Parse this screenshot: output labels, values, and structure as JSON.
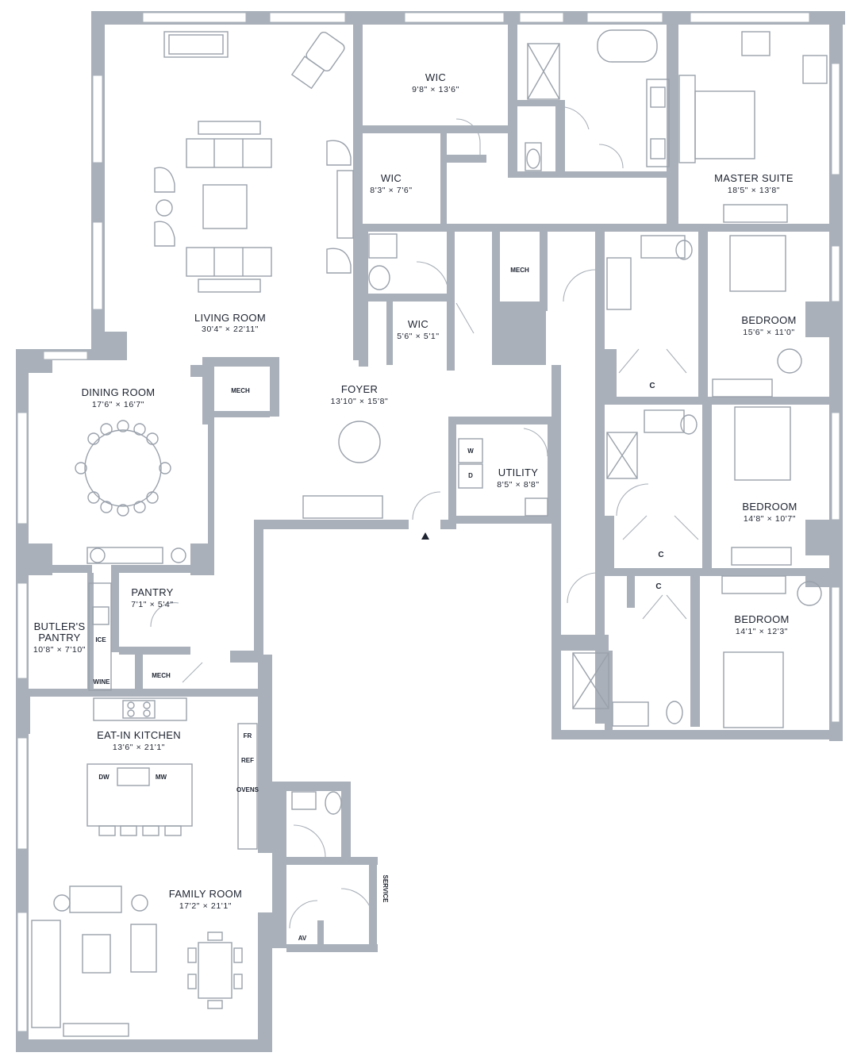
{
  "rooms": {
    "living": {
      "name": "LIVING ROOM",
      "dims": "30'4\" × 22'11\""
    },
    "wic1": {
      "name": "WIC",
      "dims": "9'8\" × 13'6\""
    },
    "wic2": {
      "name": "WIC",
      "dims": "8'3\" × 7'6\""
    },
    "wic3": {
      "name": "WIC",
      "dims": "5'6\" × 5'1\""
    },
    "master": {
      "name": "MASTER SUITE",
      "dims": "18'5\" × 13'8\""
    },
    "bed1": {
      "name": "BEDROOM",
      "dims": "15'6\" × 11'0\""
    },
    "bed2": {
      "name": "BEDROOM",
      "dims": "14'8\" × 10'7\""
    },
    "bed3": {
      "name": "BEDROOM",
      "dims": "14'1\" × 12'3\""
    },
    "dining": {
      "name": "DINING ROOM",
      "dims": "17'6\" × 16'7\""
    },
    "foyer": {
      "name": "FOYER",
      "dims": "13'10\" × 15'8\""
    },
    "utility": {
      "name": "UTILITY",
      "dims": "8'5\" × 8'8\""
    },
    "pantry": {
      "name": "PANTRY",
      "dims": "7'1\" × 5'4\""
    },
    "butler": {
      "name1": "BUTLER'S",
      "name2": "PANTRY",
      "dims": "10'8\" × 7'10\""
    },
    "kitchen": {
      "name": "EAT-IN KITCHEN",
      "dims": "13'6\" × 21'1\""
    },
    "family": {
      "name": "FAMILY ROOM",
      "dims": "17'2\" × 21'1\""
    }
  },
  "small_labels": {
    "mech": "MECH",
    "closet": "C",
    "washer": "W",
    "dryer": "D",
    "ice": "ICE",
    "wine": "WINE",
    "dw": "DW",
    "mw": "MW",
    "fr": "FR",
    "ref": "REF",
    "ovens": "OVENS",
    "av": "AV",
    "service": "SERVICE"
  },
  "colors": {
    "wall": "#a9b0b9",
    "fixture": "#9aa1ab",
    "text": "#1d2330"
  },
  "icons": {
    "entry": "entry-arrow-icon"
  }
}
